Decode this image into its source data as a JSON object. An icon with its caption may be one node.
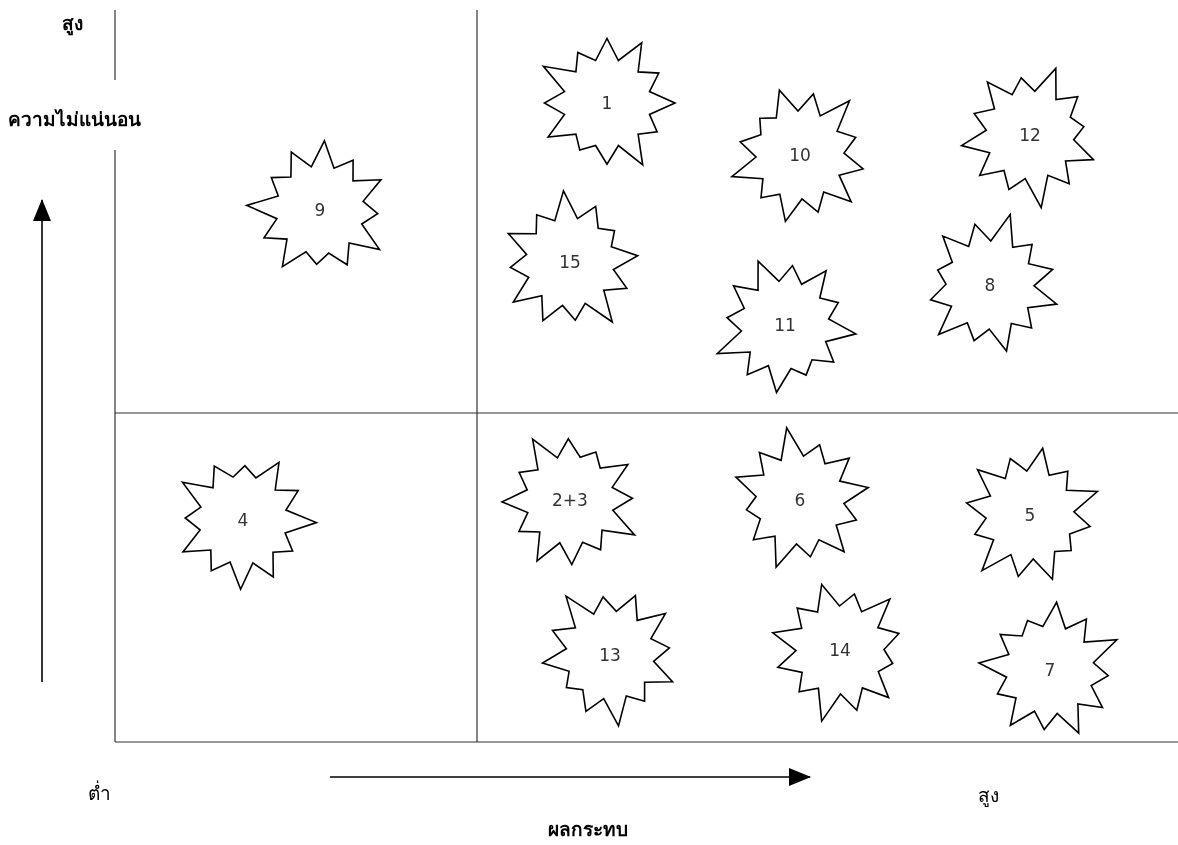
{
  "diagram": {
    "nodes": [
      {
        "text": [
          "1"
        ]
      },
      {
        "text": [
          "12"
        ]
      },
      {
        "text": [
          "10"
        ]
      },
      {
        "text": [
          "9"
        ]
      },
      {
        "text": [
          "15"
        ]
      },
      {
        "text": [
          "8"
        ]
      },
      {
        "text": [
          "11"
        ]
      },
      {
        "text": [
          "2+3"
        ]
      },
      {
        "text": [
          "6"
        ]
      },
      {
        "text": [
          "5"
        ]
      },
      {
        "text": [
          "4"
        ]
      },
      {
        "text": [
          "13"
        ]
      },
      {
        "text": [
          "14"
        ]
      },
      {
        "text": [
          "7"
        ]
      }
    ],
    "edges": [],
    "labels": [
      "สูง",
      "ความไม่แน่นอน",
      "ต่ำ",
      "สูง",
      "ผลกระทบ"
    ]
  }
}
